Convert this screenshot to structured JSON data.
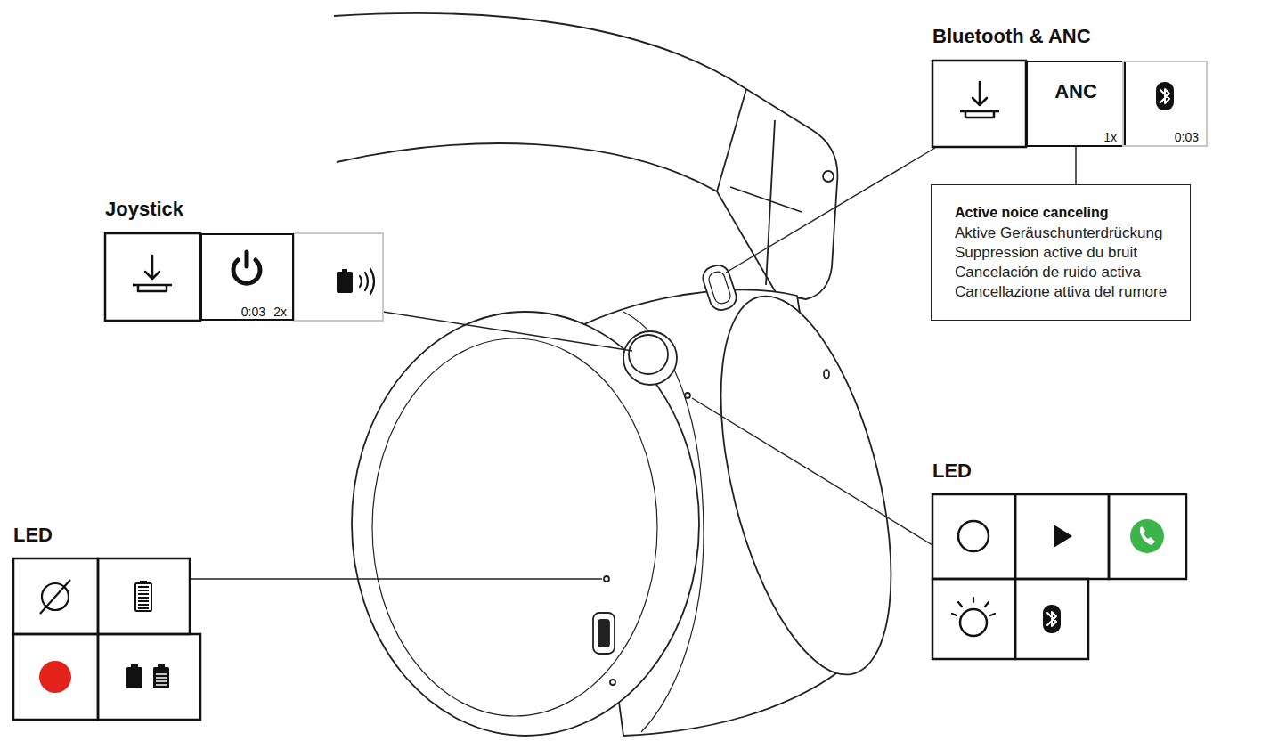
{
  "diagram": {
    "nodes": [
      {
        "text": [
          "Bluetooth & ANC"
        ]
      },
      {
        "text": [
          "ANC",
          "1x"
        ],
        "in": 0
      },
      {
        "text": [
          "0:03"
        ],
        "in": 0
      },
      {
        "text": [
          "Active noice canceling",
          "Aktive Geräuschunterdrückung",
          "Suppression active du bruit",
          "Cancelación de ruido activa",
          "Cancellazione attiva del rumore"
        ]
      },
      {
        "text": [
          "Joystick"
        ]
      },
      {
        "text": [
          "0:03",
          "2x"
        ],
        "in": 4
      },
      {
        "text": [
          "LED"
        ]
      },
      {
        "text": [
          "LED"
        ]
      }
    ],
    "edges": [
      {
        "from": 1,
        "to": 3,
        "arrow": "none"
      }
    ],
    "labels": [
      "%"
    ]
  }
}
